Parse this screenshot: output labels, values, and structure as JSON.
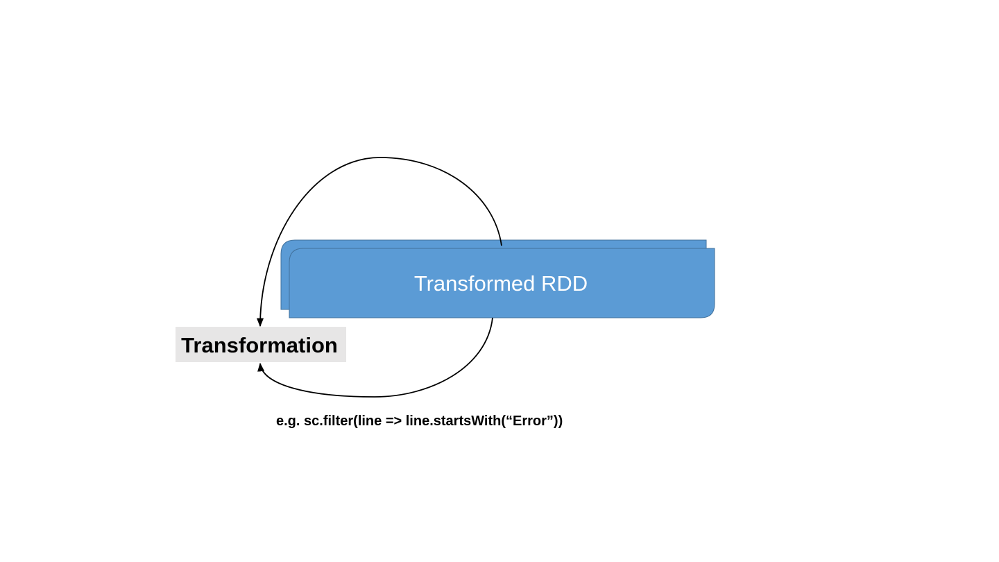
{
  "diagram": {
    "rdd_label": "Transformed RDD",
    "transformation_label": "Transformation",
    "example_text": "e.g. sc.filter(line => line.startsWith(“Error”))",
    "colors": {
      "rdd_fill": "#5b9bd5",
      "rdd_border": "#41719c",
      "label_background": "#e7e6e6",
      "arrow": "#000000"
    }
  }
}
